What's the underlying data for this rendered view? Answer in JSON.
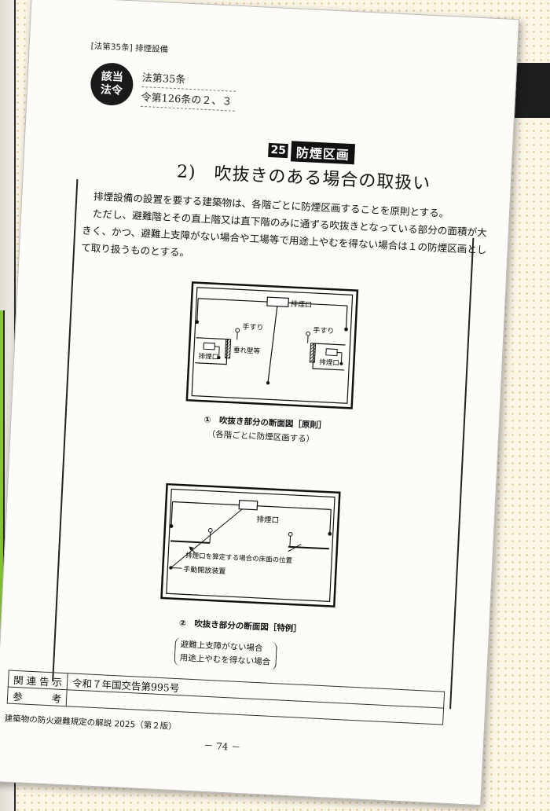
{
  "header": {
    "article_tag": "[法第35条] 排煙設備",
    "badge_line1": "該当",
    "badge_line2": "法令",
    "law1": "法第35条",
    "law2": "令第126条の２、３"
  },
  "section": {
    "number": "25",
    "name": "防煙区画",
    "title": "2)　吹抜きのある場合の取扱い"
  },
  "body": {
    "para1": "排煙設備の設置を要する建築物は、各階ごとに防煙区画することを原則とする。",
    "para2": "ただし、避難階とその直上階又は直下階のみに通ずる吹抜きとなっている部分の面積が大きく、かつ、避難上支障がない場合や工場等で用途上やむを得ない場合は１の防煙区画として取り扱うものとする。"
  },
  "figure1": {
    "labels": {
      "exhaust_top": "排煙口",
      "handrail_left": "手すり",
      "handrail_right": "手すり",
      "hanging_wall": "垂れ壁等",
      "exhaust_left": "排煙口",
      "exhaust_right": "排煙口"
    },
    "caption": "①　吹抜き部分の断面図［原則］",
    "caption_sub": "（各階ごとに防煙区画する）"
  },
  "figure2": {
    "labels": {
      "exhaust": "排煙口",
      "floor_note": "排煙口を算定する場合の床面の位置",
      "manual_device": "手動開放装置"
    },
    "caption": "②　吹抜き部分の断面図［特例］",
    "cond1": "避難上支障がない場合",
    "cond2": "用途上やむを得ない場合"
  },
  "reference_table": {
    "row1_key": "関連告示",
    "row1_val": "令和７年国交告第995号",
    "row2_key": "参　考",
    "row2_val": ""
  },
  "footer": {
    "book_title": "建築物の防火避難規定の解説 2025（第２版）",
    "page_number": "－ 74 －"
  }
}
